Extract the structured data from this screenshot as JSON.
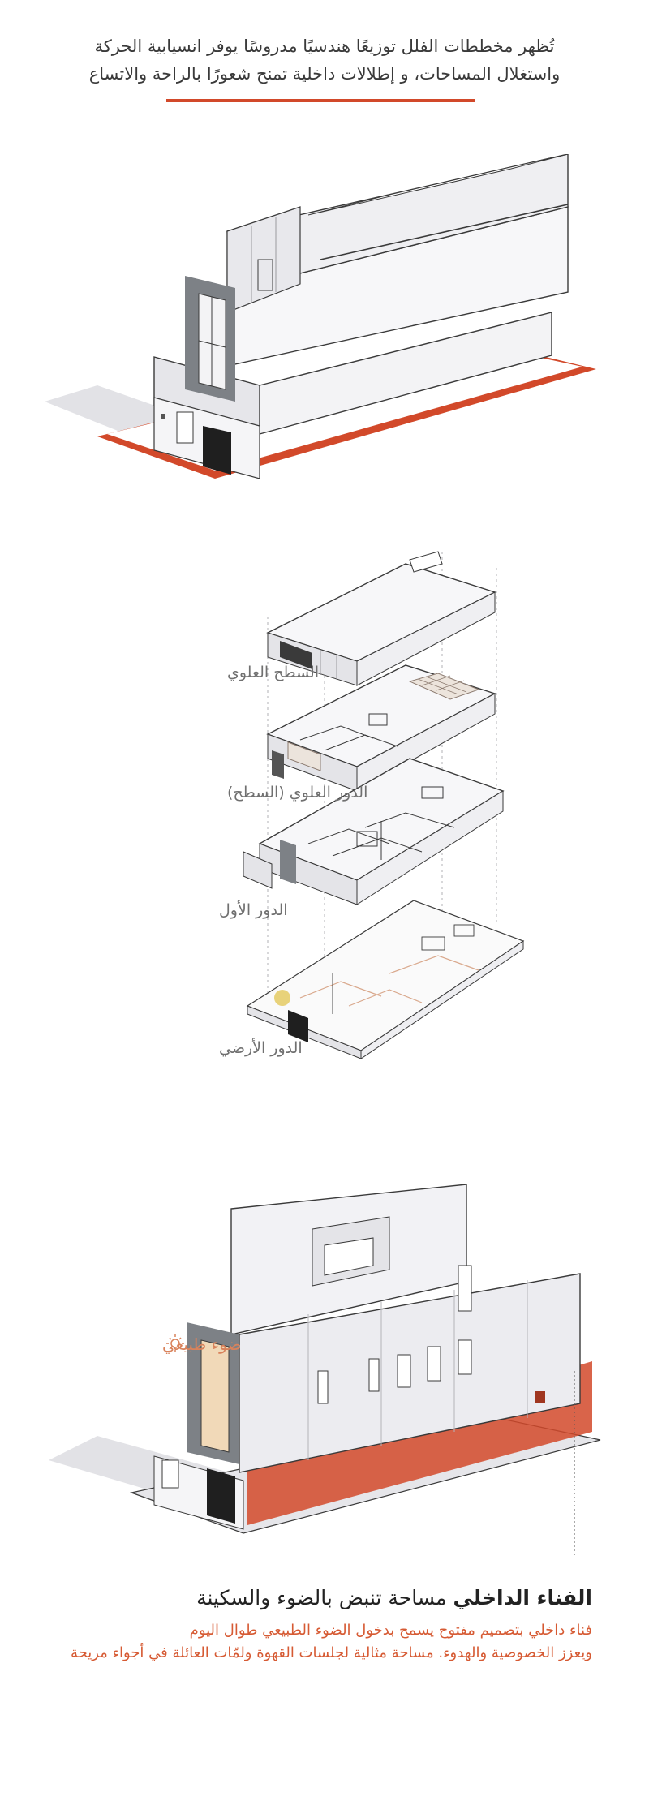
{
  "intro": {
    "line1": "تُظهر مخططات الفلل توزيعًا هندسيًا مدروسًا يوفر انسيابية الحركة",
    "line2": "واستغلال المساحات، و إطلالات داخلية تمنح شعورًا بالراحة والاتساع"
  },
  "floors": [
    {
      "label": "السطح العلوي"
    },
    {
      "label": "الدور العلوي (السطح)"
    },
    {
      "label": "الدور الأول"
    },
    {
      "label": "الدور الأرضي"
    }
  ],
  "courtyard": {
    "light_label": "ضوء طبيعي",
    "title_bold": "الفناء الداخلي",
    "title_rest": " مساحة تنبض بالضوء والسكينة",
    "desc_line1": "فناء داخلي بتصميم مفتوح يسمح بدخول الضوء الطبيعي طوال اليوم",
    "desc_line2": "ويعزز الخصوصية والهدوء. مساحة مثالية لجلسات القهوة ولمّات العائلة في أجواء مريحة"
  },
  "colors": {
    "accent": "#d2492a",
    "accent_light": "#e0a689",
    "facade": "#ececf0",
    "line": "#3a3a3a",
    "frame": "#7d8186"
  }
}
